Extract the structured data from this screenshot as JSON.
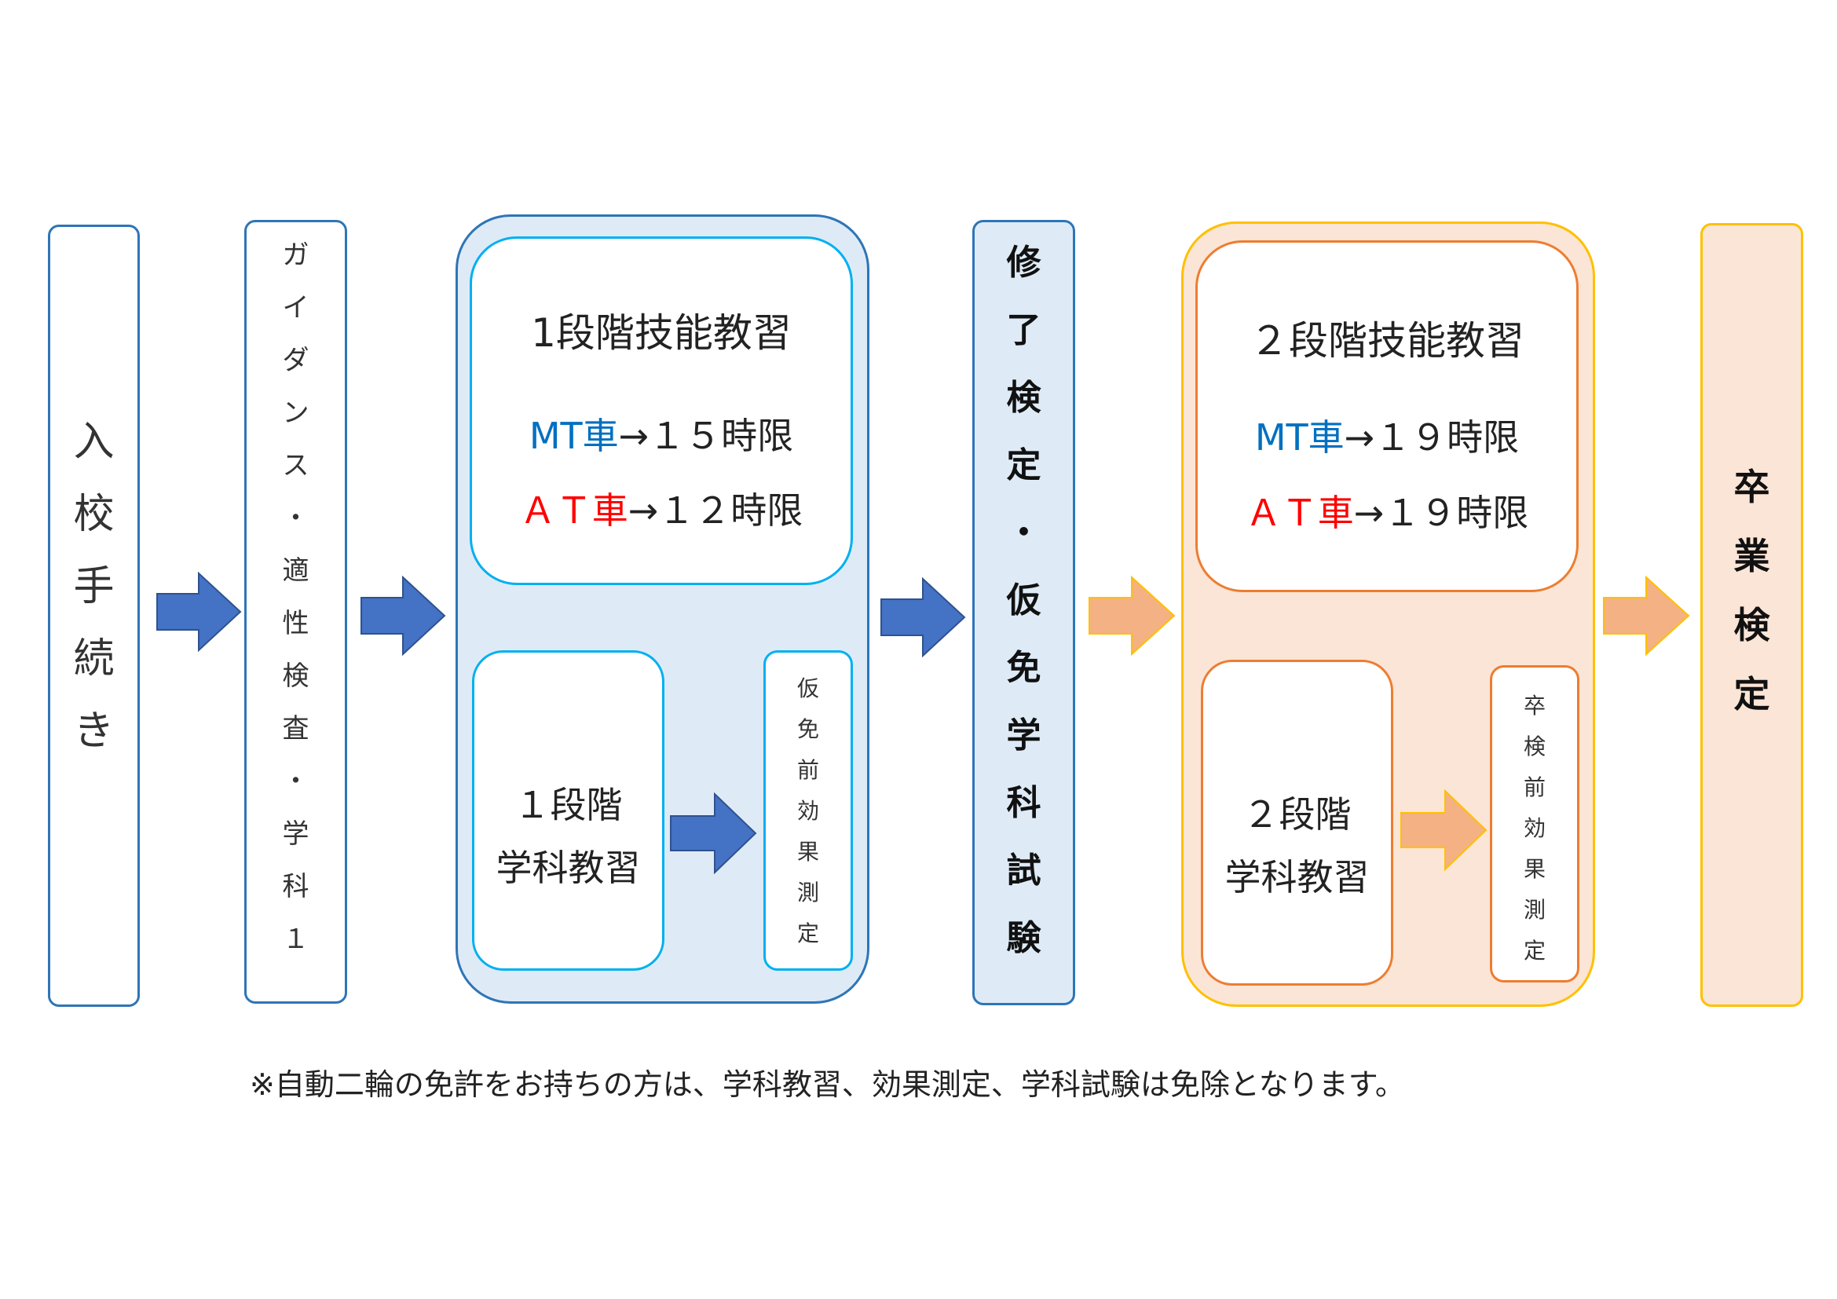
{
  "colors": {
    "blue_border": "#2e75b6",
    "blue_fill": "#deebf7",
    "light_blue_border": "#00b0f0",
    "orange_border": "#ffc000",
    "orange_fill": "#fbe5d6",
    "dark_orange_border": "#ed7d31",
    "blue_arrow": "#4472c4",
    "orange_arrow": "#f4b183",
    "mt_color": "#0070c0",
    "at_color": "#ff0000"
  },
  "steps": {
    "enrollment": "入校手続き",
    "guidance": "ガイダンス・適性検査・学科１",
    "stage1": {
      "title": "1段階技能教習",
      "mt_label": "MT車",
      "mt_hours": "→１５時限",
      "at_label": "ＡＴ車",
      "at_hours": "→１２時限",
      "academic": [
        "１段階",
        "学科教習"
      ],
      "effect_test": "仮免前効果測定"
    },
    "completion_exam": [
      "修",
      "了",
      "検",
      "定",
      "・",
      "仮",
      "免",
      "学",
      "科",
      "試",
      "験"
    ],
    "stage2": {
      "title": "２段階技能教習",
      "mt_label": "MT車",
      "mt_hours": "→１９時限",
      "at_label": "ＡＴ車",
      "at_hours": "→１９時限",
      "academic": [
        "２段階",
        "学科教習"
      ],
      "effect_test": "卒検前効果測定"
    },
    "graduation": "卒業検定"
  },
  "note": "※自動二輪の免許をお持ちの方は、学科教習、効果測定、学科試験は免除となります。"
}
